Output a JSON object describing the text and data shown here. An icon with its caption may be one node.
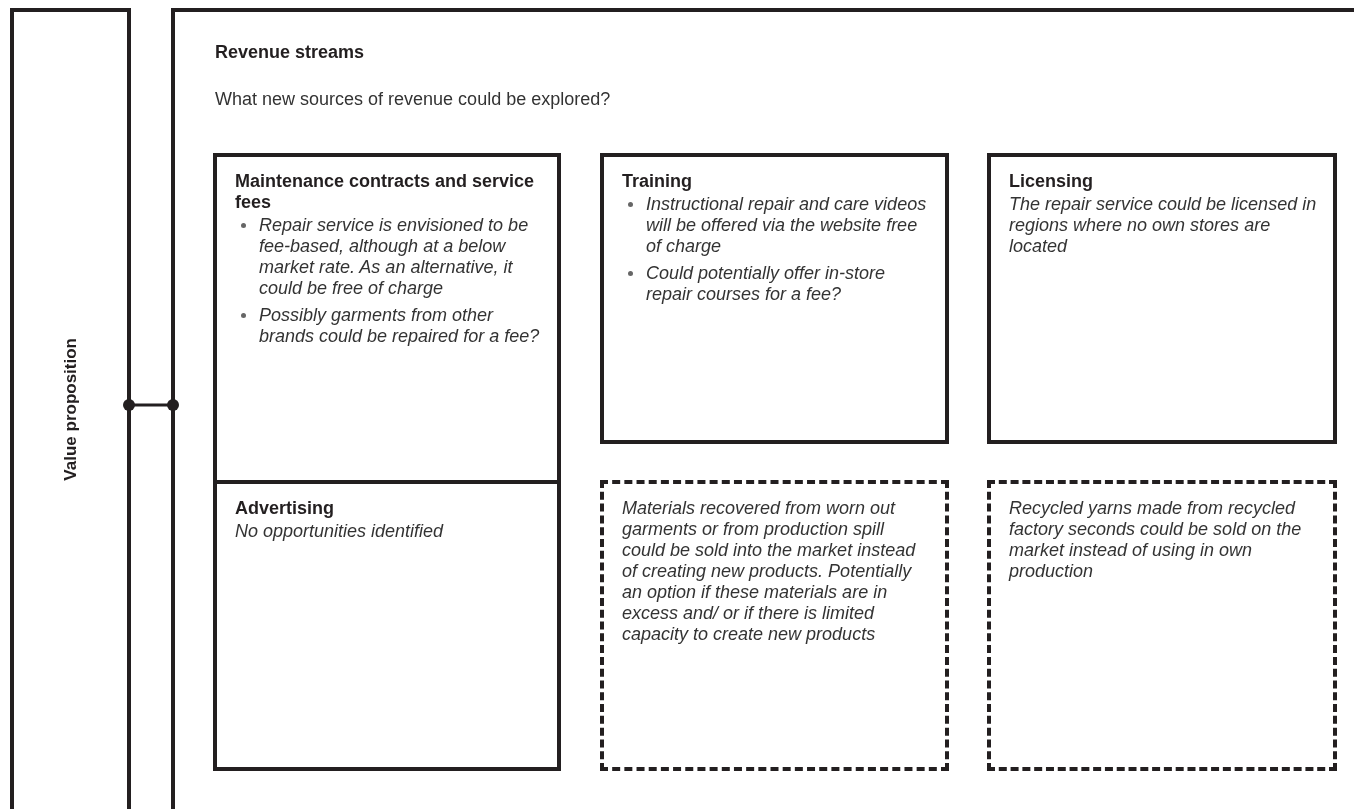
{
  "diagram": {
    "nodes": [
      {
        "text": [
          "Value proposition"
        ]
      },
      {
        "text": [
          "Revenue streams",
          "What new sources of revenue could be explored?"
        ]
      },
      {
        "text": [
          "Maintenance contracts and service fees",
          "Repair service is envisioned to be fee-based, although at a below market rate.  As an alternative, it could be free of charge",
          "Possibly garments from other brands could be repaired for a fee?"
        ],
        "in": 1
      },
      {
        "text": [
          "Training",
          "Instructional repair and care videos will be offered via the website free of charge",
          "Could potentially offer in-store repair courses for a fee?"
        ],
        "in": 1
      },
      {
        "text": [
          "Licensing",
          "The repair service could be licensed in regions where no own stores are located"
        ],
        "in": 1
      },
      {
        "text": [
          "Advertising",
          "No opportunities identified"
        ],
        "in": 1
      },
      {
        "text": [
          "Materials recovered from worn out garments or from production spill could be sold into the market instead of creating new products. Potentially an option if these materials are in excess and/ or if there is limited capacity to create new products"
        ],
        "in": 1
      },
      {
        "text": [
          "Recycled yarns made from recycled factory seconds could be sold on the market instead of using in own production"
        ],
        "in": 1
      }
    ],
    "edges": [
      {
        "from": 0,
        "to": 1,
        "arrow": "other"
      }
    ]
  }
}
